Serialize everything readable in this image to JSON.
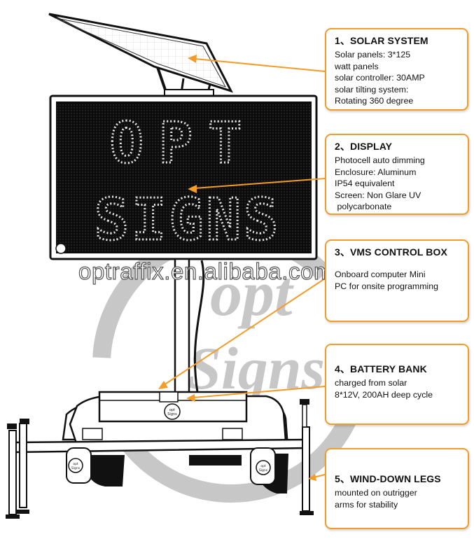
{
  "callouts": [
    {
      "title": "1、SOLAR SYSTEM",
      "lines": [
        "Solar panels: 3*125",
        "watt panels",
        "solar controller: 30AMP",
        "solar tilting system:",
        "Rotating 360 degree"
      ]
    },
    {
      "title": "2、DISPLAY",
      "lines": [
        "Photocell auto dimming",
        "Enclosure: Aluminum",
        "IP54 equivalent",
        "Screen: Non Glare UV",
        " polycarbonate"
      ]
    },
    {
      "title": "3、VMS CONTROL BOX",
      "lines": [
        "Onboard computer Mini",
        "PC for onsite programming"
      ]
    },
    {
      "title": "4、BATTERY BANK",
      "lines": [
        "charged from solar",
        "8*12V, 200AH deep cycle"
      ]
    },
    {
      "title": "5、WIND-DOWN LEGS",
      "lines": [
        "mounted on outrigger",
        "arms for stability"
      ]
    }
  ],
  "sign_display": {
    "line1": "OPT",
    "line2": "SIGNS"
  },
  "watermark": "optraffix.en.alibaba.com",
  "background_logo": {
    "line1": "opt",
    "line2": "Signs"
  },
  "badge_text": {
    "line1": "opt",
    "line2": "Signs"
  },
  "colors": {
    "callout_border": "#f39c2a",
    "arrow": "#f39c2a",
    "display_bg": "#0c0c0c",
    "led": "#e6e6e6",
    "logo": "#c7c7c7"
  }
}
